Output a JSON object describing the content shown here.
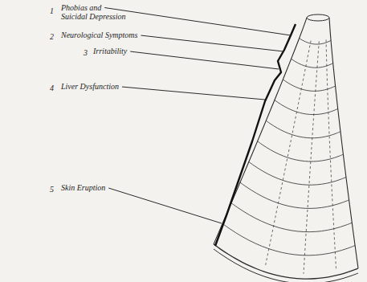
{
  "diagram": {
    "labels": [
      "1",
      "Phobias and Suicidal Depression",
      "2",
      "Neurological Symptoms",
      "3",
      "Irritability",
      "4",
      "Liver Dysfunction",
      "5",
      "Skin Eruption"
    ]
  }
}
